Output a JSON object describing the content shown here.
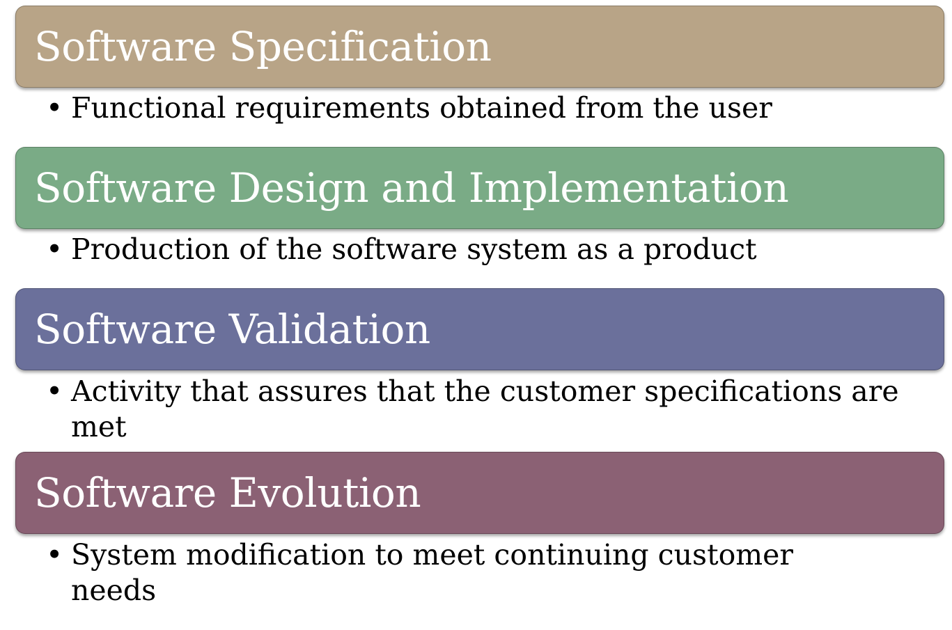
{
  "stages": [
    {
      "title": "Software Specification",
      "color": "#b8a487",
      "bullet": "Functional requirements obtained from the user"
    },
    {
      "title": "Software Design and Implementation",
      "color": "#7aab86",
      "bullet": "Production of the software system as a product"
    },
    {
      "title": "Software Validation",
      "color": "#6b709b",
      "bullet": "Activity that assures that the customer specifications are met"
    },
    {
      "title": "Software Evolution",
      "color": "#8b6174",
      "bullet": "System modification to meet continuing customer needs"
    }
  ],
  "bullet_glyph": "•"
}
